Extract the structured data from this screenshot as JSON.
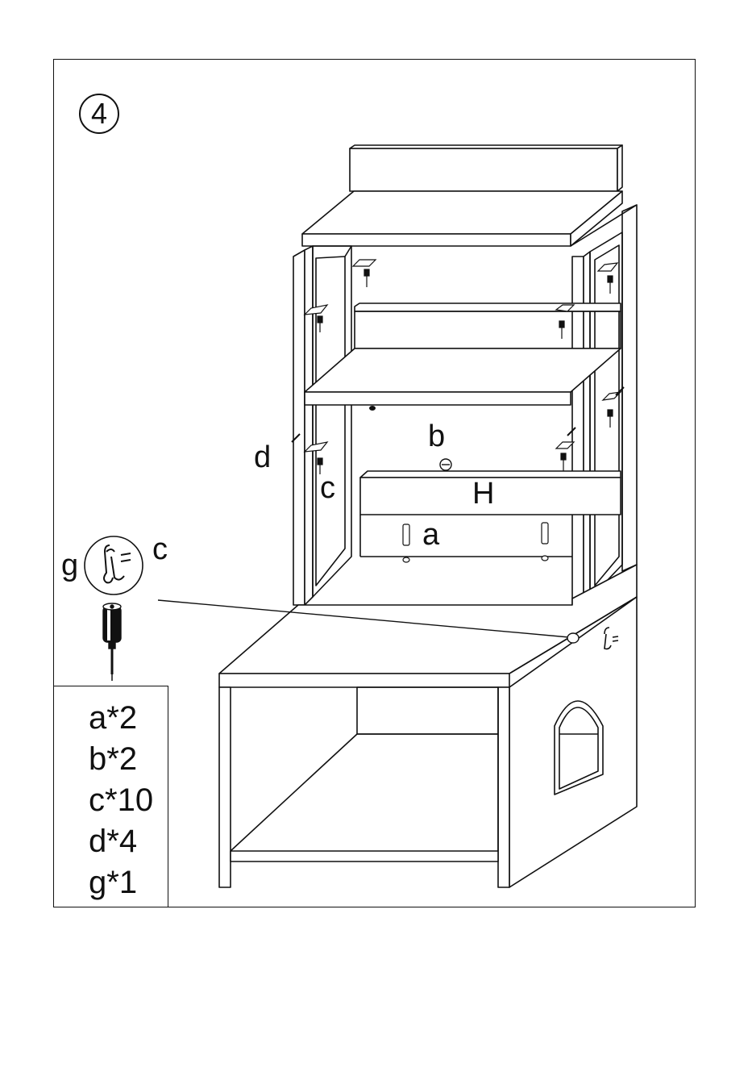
{
  "step": {
    "number": "4"
  },
  "callouts": {
    "b": "b",
    "d": "d",
    "c_side": "c",
    "H": "H",
    "a": "a",
    "c_tool": "c",
    "g_tool": "g"
  },
  "parts_list": [
    {
      "label": "a*2"
    },
    {
      "label": "b*2"
    },
    {
      "label": "c*10"
    },
    {
      "label": "d*4"
    },
    {
      "label": "g*1"
    }
  ],
  "icons": {
    "hook": "hook-icon",
    "screwdriver": "screwdriver-icon",
    "screw": "screw-icon",
    "dowel": "dowel-icon",
    "cam_lock": "cam-lock-icon"
  },
  "footer": ""
}
